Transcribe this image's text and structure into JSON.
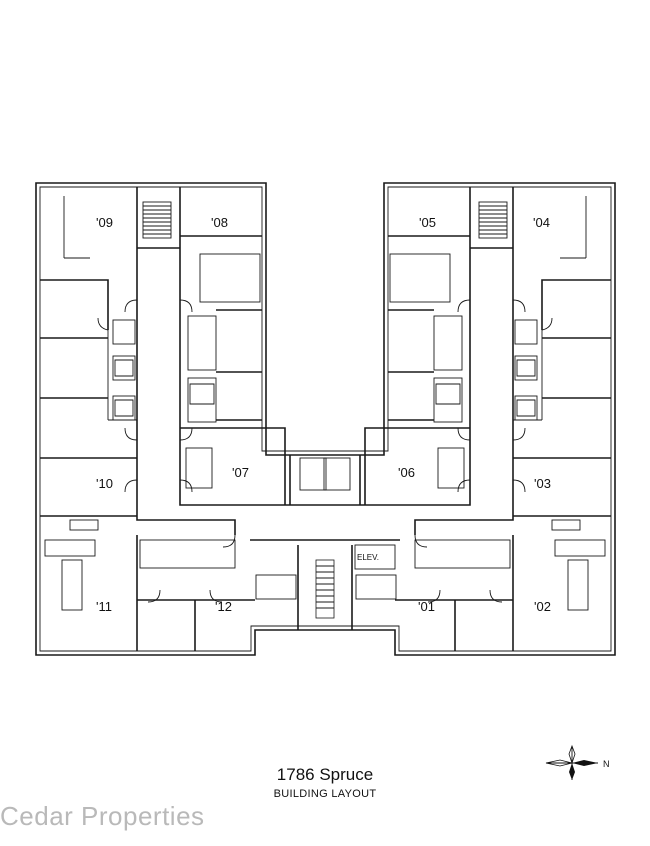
{
  "plan": {
    "units": {
      "u09": "'09",
      "u08": "'08",
      "u05": "'05",
      "u04": "'04",
      "u10": "'10",
      "u07": "'07",
      "u06": "'06",
      "u03": "'03",
      "u11": "'11",
      "u12": "'12",
      "u01": "'01",
      "u02": "'02"
    },
    "elevator": "ELEV."
  },
  "caption": {
    "title": "1786 Spruce",
    "subtitle": "BUILDING LAYOUT"
  },
  "compass": {
    "north": "N"
  },
  "watermark": "Cedar Properties"
}
